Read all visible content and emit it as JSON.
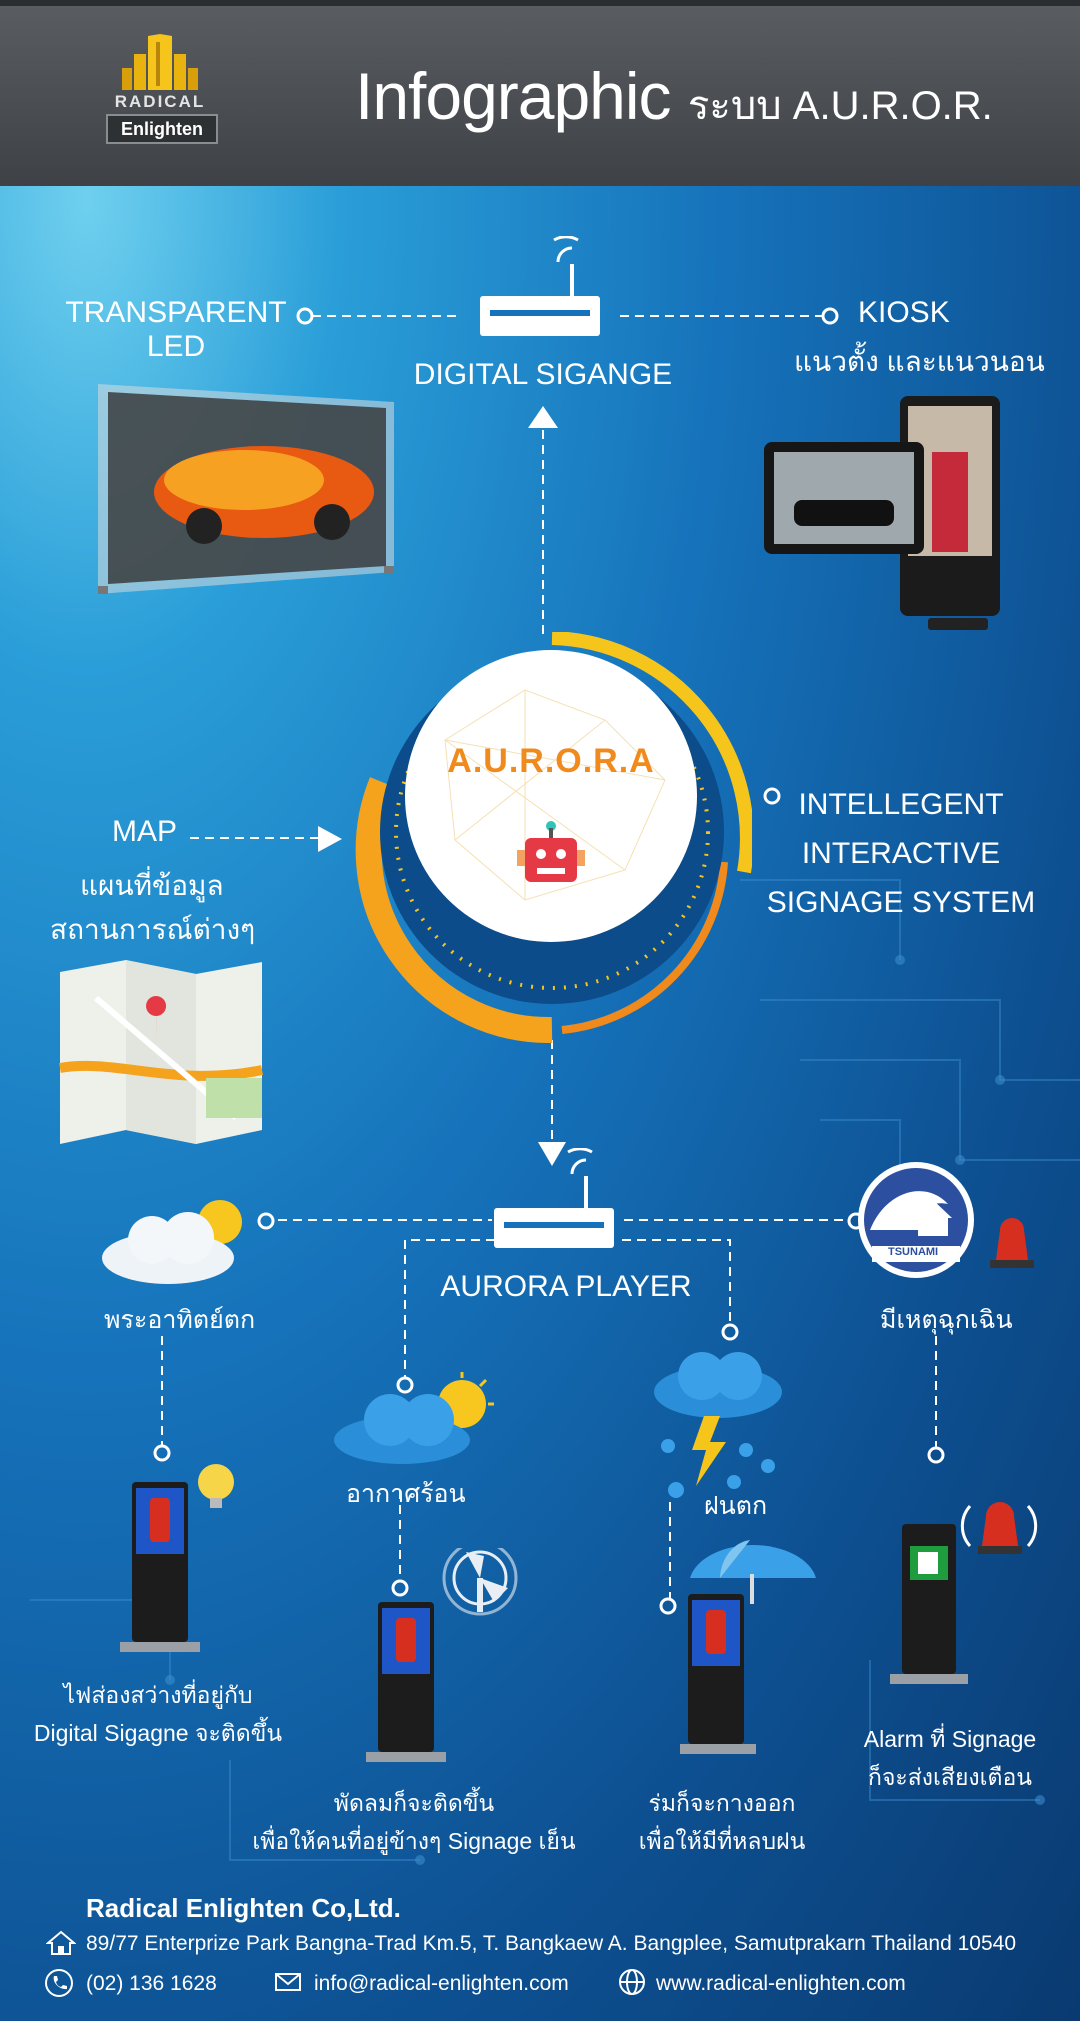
{
  "header": {
    "logo_line1": "RADICAL",
    "logo_line2": "Enlighten",
    "title_main": "Infographic",
    "title_sub": "ระบบ A.U.R.O.R."
  },
  "top": {
    "transparent_led": "TRANSPARENT",
    "transparent_led2": "LED",
    "digital_signage": "DIGITAL SIGANGE",
    "kiosk": "KIOSK",
    "kiosk_sub": "แนวตั้ง และแนวนอน"
  },
  "center": {
    "aurora_logo": "A.U.R.O.R.A",
    "map": "MAP",
    "map_sub1": "แผนที่ข้อมูล",
    "map_sub2": "สถานการณ์ต่างๆ",
    "system_line1": "INTELLEGENT",
    "system_line2": "INTERACTIVE",
    "system_line3": "SIGNAGE SYSTEM"
  },
  "player": {
    "label": "AURORA PLAYER",
    "sunset": "พระอาทิตย์ตก",
    "hot": "อากาศร้อน",
    "rain": "ฝนตก",
    "emergency": "มีเหตุฉุกเฉิน",
    "tsunami": "TSUNAMI"
  },
  "results": {
    "light1": "ไฟส่องสว่างที่อยู่กับ",
    "light2": "Digital Sigagne จะติดขึ้น",
    "fan1": "พัดลมก็จะติดขึ้น",
    "fan2": "เพื่อให้คนที่อยู่ข้างๆ Signage เย็น",
    "umbrella1": "ร่มก็จะกางออก",
    "umbrella2": "เพื่อให้มีที่หลบฝน",
    "alarm1": "Alarm ที่ Signage",
    "alarm2": "ก็จะส่งเสียงเตือน"
  },
  "footer": {
    "company": "Radical Enlighten Co,Ltd.",
    "address": "89/77 Enterprize Park Bangna-Trad Km.5, T. Bangkaew A. Bangplee, Samutprakarn Thailand 10540",
    "phone": "(02) 136 1628",
    "email": "info@radical-enlighten.com",
    "web": "www.radical-enlighten.com"
  },
  "colors": {
    "accent_orange": "#f5a21c",
    "aurora_text": "#f08a1c",
    "background_blue": "#1673bb",
    "header_gray": "#4a4e52"
  }
}
